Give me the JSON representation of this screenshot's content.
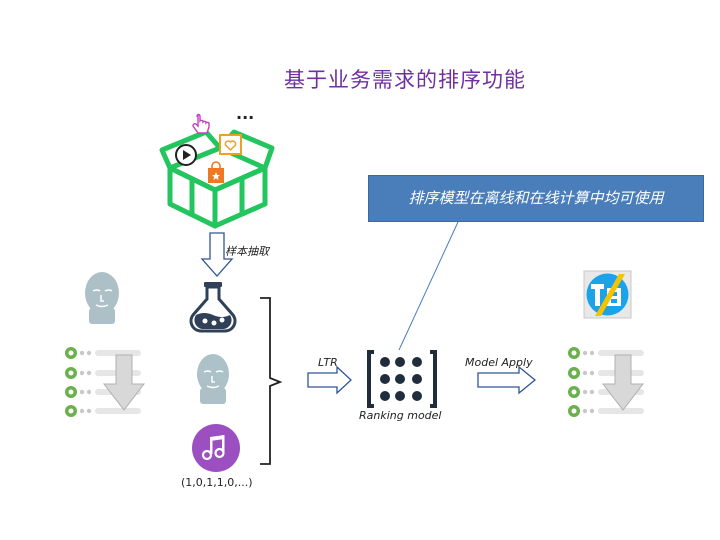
{
  "title": "基于业务需求的排序功能",
  "callout_text": "排序模型在离线和在线计算中均可使用",
  "sample_label": "样本抽取",
  "ltr_label": "LTR",
  "model_label": "Ranking model",
  "apply_label": "Model Apply",
  "vector_label": "(1,0,1,1,0,...)",
  "more_label": "...",
  "colors": {
    "title": "#7030a0",
    "callout_bg": "#4a7ebb",
    "box_green": "#22c55e",
    "dot_green": "#6ab04c",
    "music_purple": "#9b4fc0",
    "flask_navy": "#2f4058"
  },
  "icons": [
    "gift-box-icon",
    "hand-pointer-icon",
    "play-icon",
    "heart-icon",
    "shopping-bag-icon",
    "flask-icon",
    "face-icon",
    "music-note-icon",
    "ranked-list-icon",
    "down-arrow-icon",
    "right-arrow-icon",
    "matrix-icon",
    "app-logo-icon"
  ]
}
